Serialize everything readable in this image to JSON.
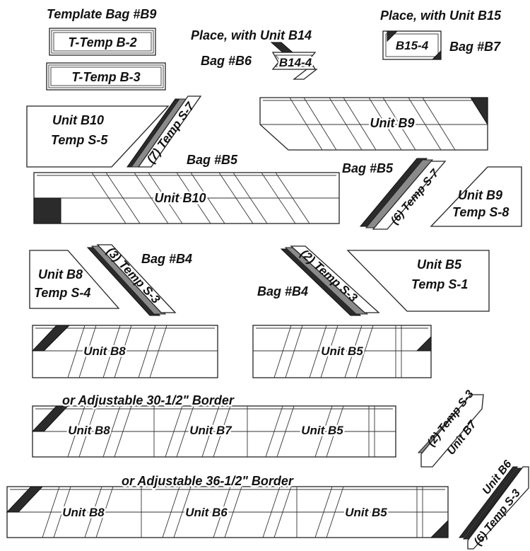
{
  "labels": {
    "template_bag_b9": "Template Bag #B9",
    "t_temp_b2": "T-Temp B-2",
    "t_temp_b3": "T-Temp B-3",
    "place_with_b14": "Place, with Unit B14",
    "bag_b6": "Bag #B6",
    "b14_4": "B14-4",
    "place_with_b15": "Place, with Unit B15",
    "b15_4": "B15-4",
    "bag_b7": "Bag #B7",
    "unit_b10": "Unit B10",
    "temp_s5": "Temp S-5",
    "temp_s7_7": "(7)  Temp S-7",
    "unit_b9": "Unit B9",
    "bag_b5_a": "Bag #B5",
    "bag_b5_b": "Bag #B5",
    "unit_b10_strip": "Unit B10",
    "temp_s7_6": "(6)  Temp S-7",
    "unit_b9_b": "Unit B9",
    "temp_s8": "Temp S-8",
    "unit_b8": "Unit B8",
    "temp_s4": "Temp S-4",
    "temp_s3_3": "(3) Temp S-3",
    "bag_b4_a": "Bag #B4",
    "temp_s3_2": "(2) Temp S-3",
    "bag_b4_b": "Bag #B4",
    "unit_b5": "Unit B5",
    "temp_s1": "Temp S-1",
    "unit_b8_strip": "Unit B8",
    "unit_b5_strip": "Unit B5",
    "border_30": "or Adjustable 30-1/2\" Border",
    "unit_b8_30": "Unit B8",
    "unit_b7_30": "Unit B7",
    "unit_b5_30": "Unit B5",
    "temp_s3_2b": "(2) Temp S-3",
    "unit_b7_side": "Unit B7",
    "border_36": "or Adjustable 36-1/2\" Border",
    "unit_b8_36": "Unit B8",
    "unit_b6_36": "Unit B6",
    "unit_b5_36": "Unit B5",
    "unit_b6_side": "Unit B6",
    "temp_s3_6": "(6) Temp S-3"
  }
}
